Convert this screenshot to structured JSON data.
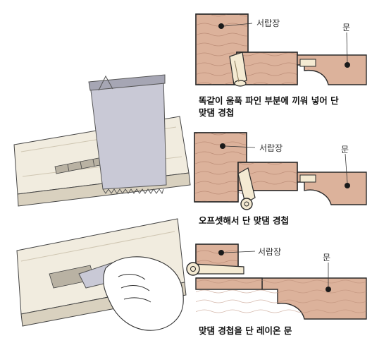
{
  "panels": [
    {
      "cabinet_label": "서랍장",
      "door_label": "문",
      "caption_line1": "똑같이 움푹 파인 부분에 끼워 넣어 단",
      "caption_line2": "맞댐 경첩"
    },
    {
      "cabinet_label": "서랍장",
      "door_label": "문",
      "caption_line1": "오프셋해서 단 맞댐 경첩"
    },
    {
      "cabinet_label": "서랍장",
      "door_label": "문",
      "caption_line1": "맞댐 경첩을 단 레이온 문"
    }
  ],
  "colors": {
    "wood": "#dcb29b",
    "wood_grain": "#b98a74",
    "outline": "#2a2a2a",
    "hinge_pin": "#f4ead2",
    "saw_blade": "#c9c9d6"
  }
}
